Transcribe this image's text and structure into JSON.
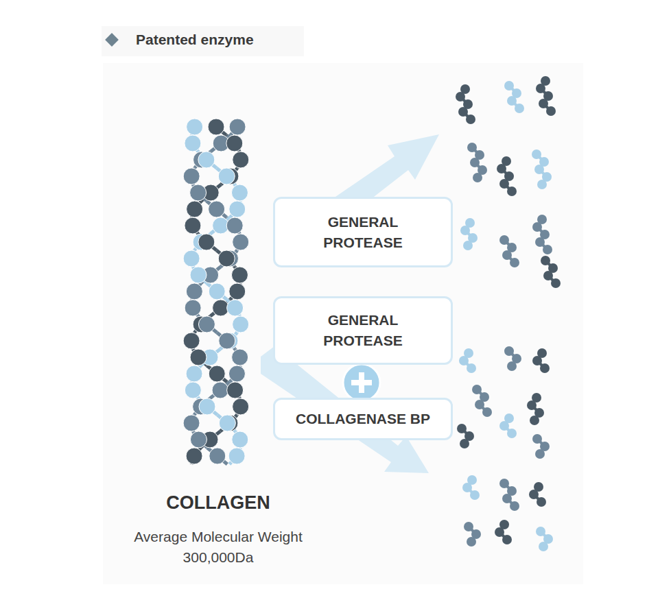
{
  "diagram": {
    "title": "Patented enzyme",
    "nodes": [
      {
        "text": [
          "GENERAL PROTEASE"
        ]
      },
      {
        "text": [
          "GENERAL PROTEASE"
        ]
      },
      {
        "text": [
          "COLLAGENASE BP"
        ]
      }
    ],
    "labels": [
      "COLLAGEN",
      "Average Molecular Weight 300,000Da"
    ]
  }
}
